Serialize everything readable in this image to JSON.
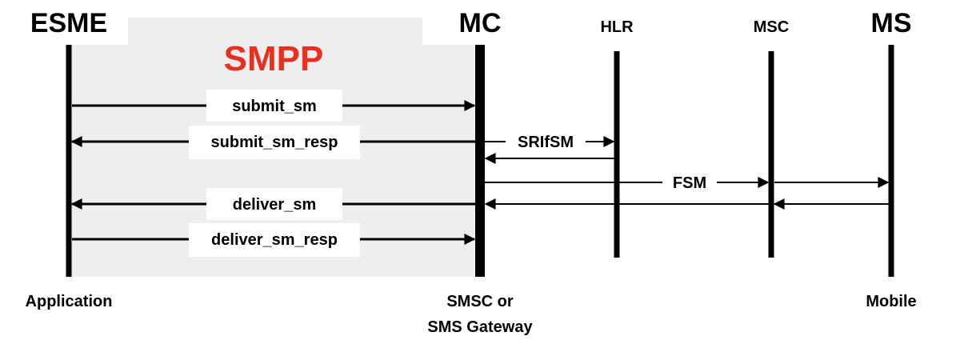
{
  "protocol_label": "SMPP",
  "colors": {
    "protocol_label": "#e8301f",
    "smpp_zone": "#eeeeee",
    "lines": "#000000"
  },
  "entities": {
    "esme": {
      "name": "ESME",
      "description": "Application"
    },
    "mc": {
      "name": "MC",
      "description_line1": "SMSC or",
      "description_line2": "SMS Gateway"
    },
    "hlr": {
      "name": "HLR"
    },
    "msc": {
      "name": "MSC"
    },
    "ms": {
      "name": "MS",
      "description": "Mobile"
    }
  },
  "messages": {
    "submit_sm": "submit_sm",
    "submit_sm_resp": "submit_sm_resp",
    "srifsm": "SRIfSM",
    "fsm": "FSM",
    "deliver_sm": "deliver_sm",
    "deliver_sm_resp": "deliver_sm_resp"
  }
}
